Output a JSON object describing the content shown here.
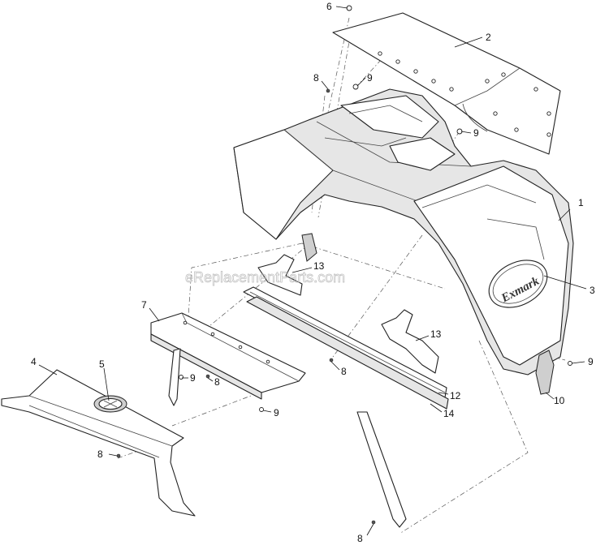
{
  "watermark": "eReplacementParts.com",
  "logo_text": "Exmark",
  "callouts": [
    {
      "id": "c1",
      "label": "1"
    },
    {
      "id": "c2",
      "label": "2"
    },
    {
      "id": "c3",
      "label": "3"
    },
    {
      "id": "c4",
      "label": "4"
    },
    {
      "id": "c5",
      "label": "5"
    },
    {
      "id": "c6",
      "label": "6"
    },
    {
      "id": "c7",
      "label": "7"
    },
    {
      "id": "c8a",
      "label": "8"
    },
    {
      "id": "c8b",
      "label": "8"
    },
    {
      "id": "c8c",
      "label": "8"
    },
    {
      "id": "c8d",
      "label": "8"
    },
    {
      "id": "c8e",
      "label": "8"
    },
    {
      "id": "c9a",
      "label": "9"
    },
    {
      "id": "c9b",
      "label": "9"
    },
    {
      "id": "c9c",
      "label": "9"
    },
    {
      "id": "c9d",
      "label": "9"
    },
    {
      "id": "c9e",
      "label": "9"
    },
    {
      "id": "c10",
      "label": "10"
    },
    {
      "id": "c12",
      "label": "12"
    },
    {
      "id": "c13a",
      "label": "13"
    },
    {
      "id": "c13b",
      "label": "13"
    },
    {
      "id": "c14",
      "label": "14"
    }
  ]
}
